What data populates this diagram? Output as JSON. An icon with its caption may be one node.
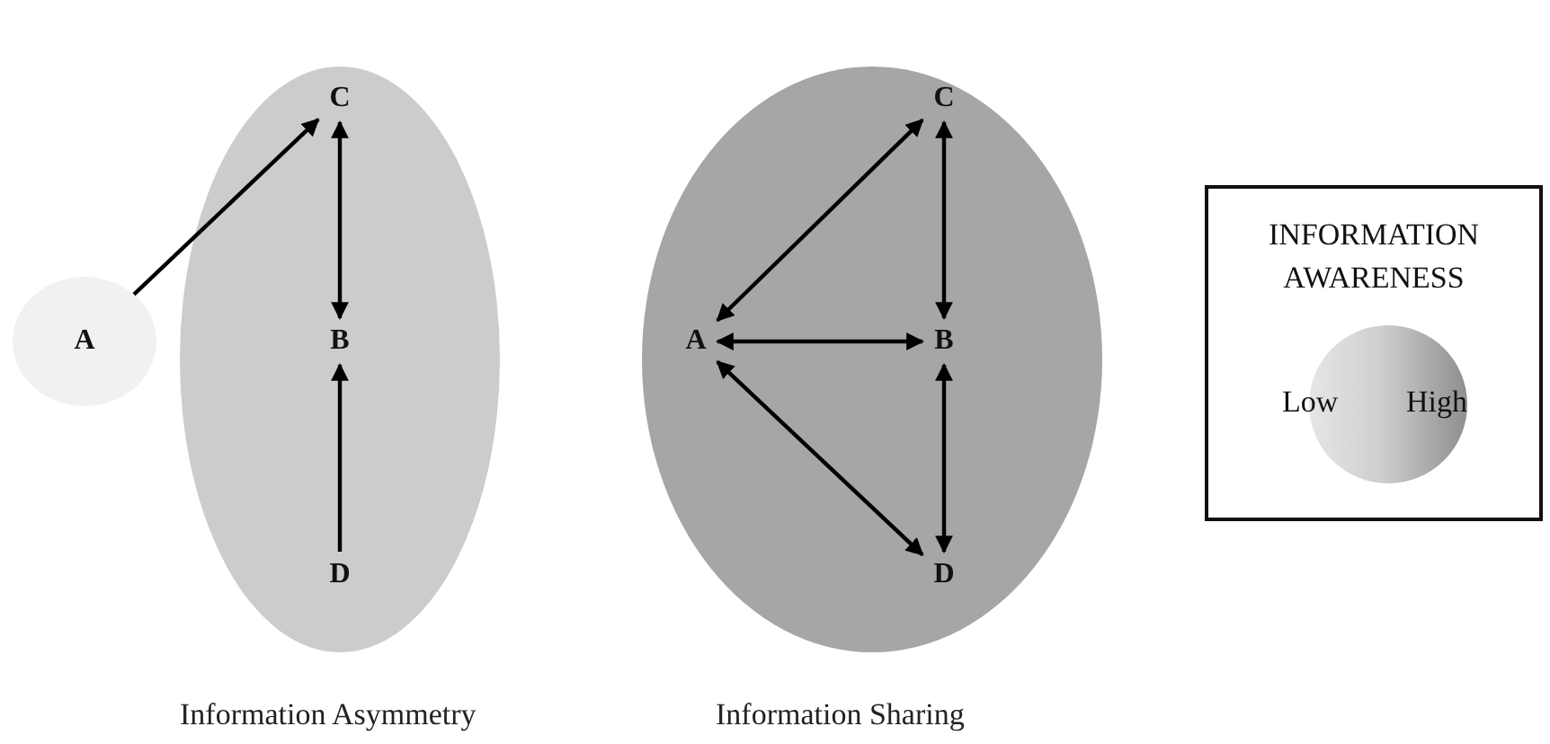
{
  "diagram": {
    "nodes": [
      {
        "text": [],
        "shape": "ellipse"
      },
      {
        "text": [
          "A"
        ]
      },
      {
        "text": [
          "C"
        ],
        "in": 0
      },
      {
        "text": [
          "B"
        ],
        "in": 0
      },
      {
        "text": [
          "D"
        ],
        "in": 0
      },
      {
        "text": [],
        "shape": "ellipse"
      },
      {
        "text": [
          "A"
        ],
        "in": 5
      },
      {
        "text": [
          "C"
        ],
        "in": 5
      },
      {
        "text": [
          "B"
        ],
        "in": 5
      },
      {
        "text": [
          "D"
        ],
        "in": 5
      },
      {
        "text": [
          "INFORMATION AWARENESS"
        ]
      },
      {
        "text": [
          "Low",
          "High"
        ],
        "in": 10
      }
    ],
    "edges": [
      {
        "from": 1,
        "to": 2,
        "arrow": "to"
      },
      {
        "from": 2,
        "to": 3,
        "arrow": "both"
      },
      {
        "from": 4,
        "to": 3,
        "arrow": "to"
      },
      {
        "from": 7,
        "to": 6,
        "arrow": "both"
      },
      {
        "from": 6,
        "to": 8,
        "arrow": "both"
      },
      {
        "from": 6,
        "to": 9,
        "arrow": "both"
      },
      {
        "from": 7,
        "to": 8,
        "arrow": "both"
      },
      {
        "from": 8,
        "to": 9,
        "arrow": "both"
      }
    ],
    "labels": [
      "Information Asymmetry",
      "Information Sharing"
    ]
  }
}
